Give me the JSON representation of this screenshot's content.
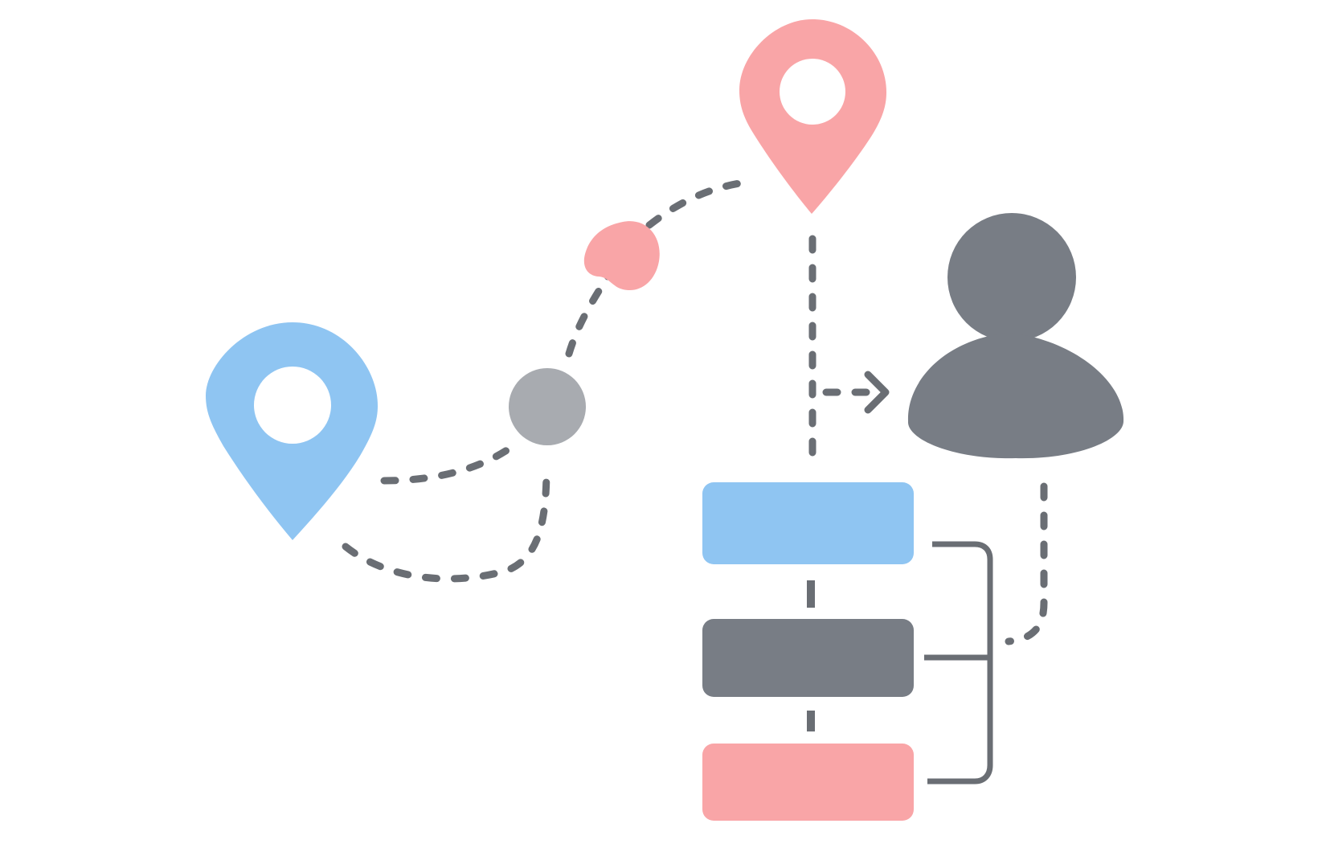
{
  "diagram": {
    "background": "#ffffff",
    "colors": {
      "blue": "#8fc5f2",
      "pink": "#f9a5a7",
      "dark_gray": "#787d85",
      "light_gray": "#a8abb0",
      "line": "#6a6e74",
      "hole": "#ffffff"
    },
    "icons": [
      "map-pin-icon",
      "map-pin-icon",
      "user-icon",
      "arrow-right-icon"
    ],
    "nodes": [
      {
        "kind": "start-location-pin",
        "color": "blue"
      },
      {
        "kind": "waypoint",
        "color": "light_gray"
      },
      {
        "kind": "waypoint",
        "color": "pink"
      },
      {
        "kind": "destination-location-pin",
        "color": "pink"
      },
      {
        "kind": "user",
        "color": "dark_gray"
      },
      {
        "kind": "stack-block",
        "color": "blue"
      },
      {
        "kind": "stack-block",
        "color": "dark_gray"
      },
      {
        "kind": "stack-block",
        "color": "pink"
      }
    ]
  }
}
